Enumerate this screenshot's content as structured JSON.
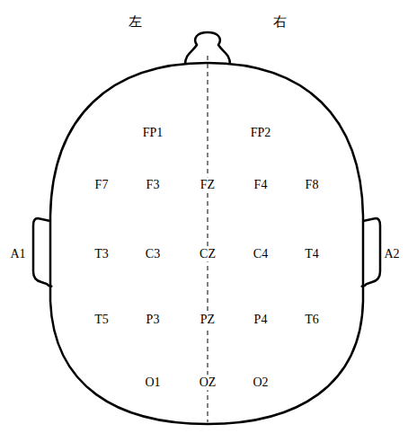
{
  "diagram": {
    "labels": [
      "左",
      "右",
      "FP1",
      "FP2",
      "F7",
      "F3",
      "FZ",
      "F4",
      "F8",
      "A1",
      "T3",
      "C3",
      "CZ",
      "C4",
      "T4",
      "A2",
      "T5",
      "P3",
      "PZ",
      "P4",
      "T6",
      "O1",
      "OZ",
      "O2"
    ]
  }
}
